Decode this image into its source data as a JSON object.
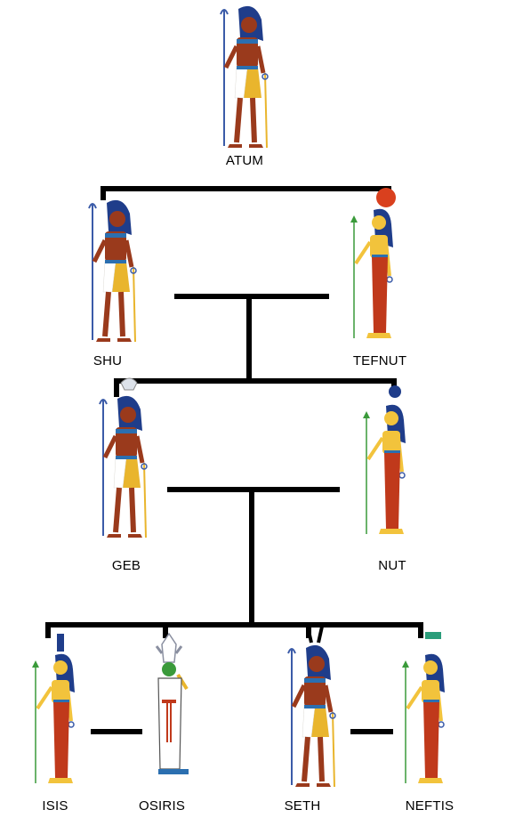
{
  "colors": {
    "line": "#000000",
    "skin_male": "#9a3a1c",
    "skin_female": "#f2c33c",
    "wig": "#1f3d8a",
    "dress_red": "#c0391b",
    "kilt_gold": "#e9b52d",
    "kilt_white": "#ffffff",
    "staff": "#3b5ba8",
    "papyrus_staff": "#3a9a3a",
    "sun_disk": "#d9401e"
  },
  "gods": [
    {
      "id": "atum",
      "name": "ATUM",
      "icon": "god-figure"
    },
    {
      "id": "shu",
      "name": "SHU",
      "icon": "god-figure"
    },
    {
      "id": "tefnut",
      "name": "TEFNUT",
      "icon": "goddess-figure"
    },
    {
      "id": "geb",
      "name": "GEB",
      "icon": "god-figure"
    },
    {
      "id": "nut",
      "name": "NUT",
      "icon": "goddess-figure"
    },
    {
      "id": "isis",
      "name": "ISIS",
      "icon": "goddess-figure"
    },
    {
      "id": "osiris",
      "name": "OSIRIS",
      "icon": "mummy-figure"
    },
    {
      "id": "seth",
      "name": "SETH",
      "icon": "god-figure"
    },
    {
      "id": "neftis",
      "name": "NEFTIS",
      "icon": "goddess-figure"
    }
  ]
}
